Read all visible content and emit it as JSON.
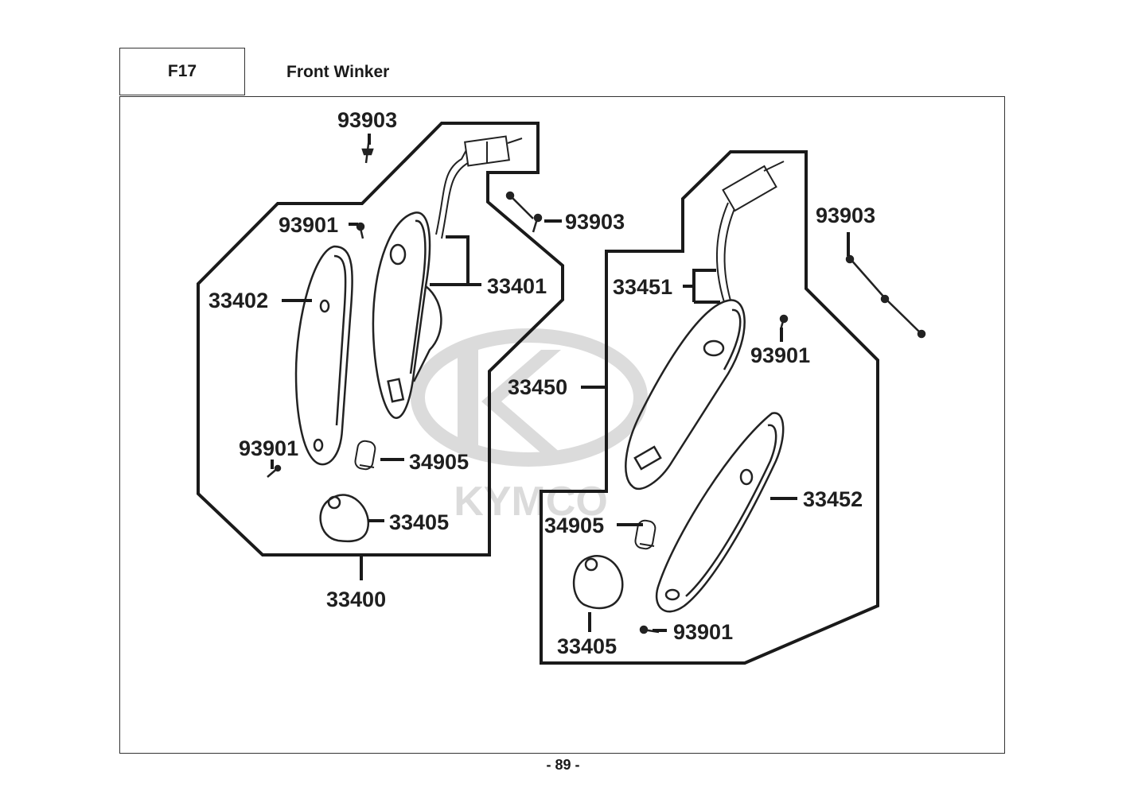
{
  "header": {
    "code": "F17",
    "title": "Front Winker"
  },
  "watermark": {
    "brand": "KYMCO"
  },
  "callouts": {
    "l_93903_top": "93903",
    "l_93903_side": "93903",
    "l_93901_top": "93901",
    "l_33401": "33401",
    "l_33402": "33402",
    "l_93901_bottom": "93901",
    "l_34905": "34905",
    "l_33405": "33405",
    "l_33400": "33400",
    "r_93903": "93903",
    "r_33451": "33451",
    "r_93901_top": "93901",
    "r_33450": "33450",
    "r_33452": "33452",
    "r_34905": "34905",
    "r_33405": "33405",
    "r_93901_bottom": "93901"
  },
  "page": {
    "number": "- 89 -"
  }
}
